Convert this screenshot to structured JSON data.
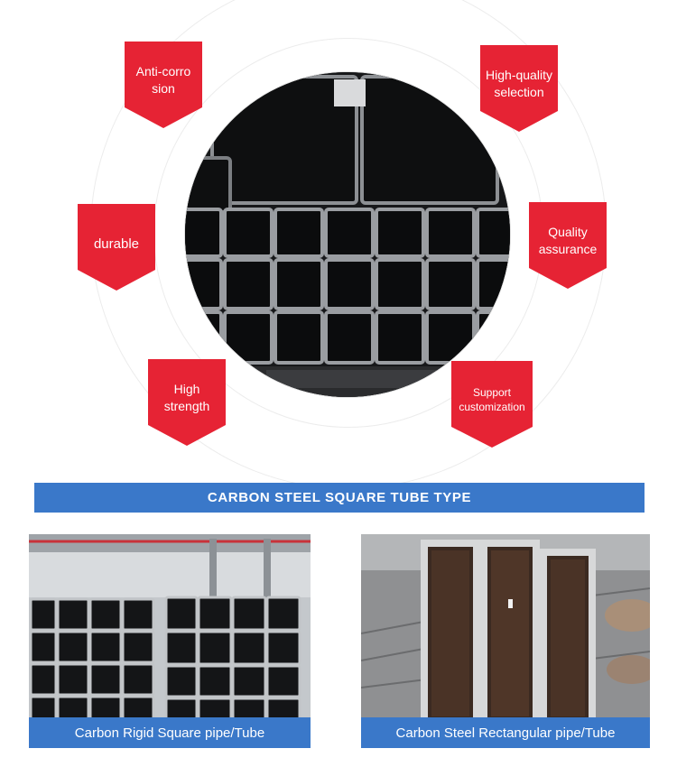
{
  "features": {
    "anti_corrosion": [
      "Anti-corro",
      "sion"
    ],
    "high_quality": [
      "High-quality",
      "selection"
    ],
    "durable": [
      "durable"
    ],
    "quality_assurance": [
      "Quality",
      "assurance"
    ],
    "high_strength": [
      "High",
      "strength"
    ],
    "customization": [
      "Support",
      "customization"
    ]
  },
  "section_title": "CARBON STEEL SQUARE TUBE TYPE",
  "products": {
    "square": {
      "caption": "Carbon Rigid Square pipe/Tube"
    },
    "rectangular": {
      "caption": "Carbon Steel Rectangular pipe/Tube"
    }
  },
  "colors": {
    "badge_red": "#e62334",
    "banner_blue": "#3a78c9",
    "steel_dark": "#1a1b1d"
  }
}
